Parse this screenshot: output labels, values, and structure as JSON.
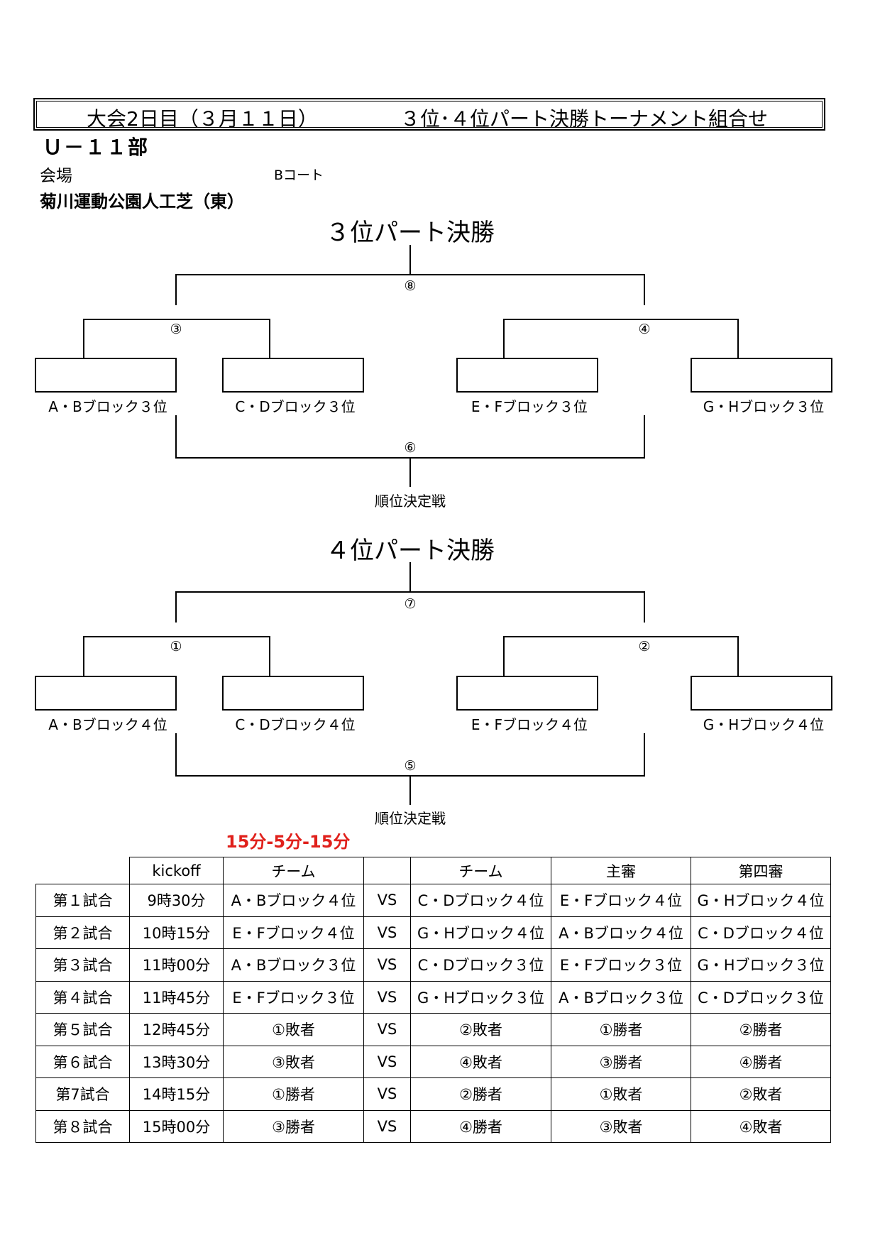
{
  "header": {
    "title_left": "大会2日目（３月１１日）",
    "title_right": "３位･４位パート決勝トーナメント組合せ",
    "division": "Ｕ－１１部",
    "venue_label": "会場",
    "court": "Bコート",
    "venue_name": "菊川運動公園人工芝（東）"
  },
  "bracket3": {
    "title": "３位パート決勝",
    "final_num": "⑧",
    "left_num": "③",
    "right_num": "④",
    "placement_num": "⑥",
    "teams": [
      "A・Bブロック３位",
      "C・Dブロック３位",
      "E・Fブロック３位",
      "G・Hブロック３位"
    ],
    "placement_label": "順位決定戦"
  },
  "bracket4": {
    "title": "４位パート決勝",
    "final_num": "⑦",
    "left_num": "①",
    "right_num": "②",
    "placement_num": "⑤",
    "teams": [
      "A・Bブロック４位",
      "C・Dブロック４位",
      "E・Fブロック４位",
      "G・Hブロック４位"
    ],
    "placement_label": "順位決定戦"
  },
  "match_format": "15分-5分-15分",
  "schedule": {
    "headers": [
      "",
      "kickoff",
      "チーム",
      "",
      "チーム",
      "主審",
      "第四審"
    ],
    "rows": [
      [
        "第１試合",
        "9時30分",
        "A・Bブロック４位",
        "VS",
        "C・Dブロック４位",
        "E・Fブロック４位",
        "G・Hブロック４位"
      ],
      [
        "第２試合",
        "10時15分",
        "E・Fブロック４位",
        "VS",
        "G・Hブロック４位",
        "A・Bブロック４位",
        "C・Dブロック４位"
      ],
      [
        "第３試合",
        "11時00分",
        "A・Bブロック３位",
        "VS",
        "C・Dブロック３位",
        "E・Fブロック３位",
        "G・Hブロック３位"
      ],
      [
        "第４試合",
        "11時45分",
        "E・Fブロック３位",
        "VS",
        "G・Hブロック３位",
        "A・Bブロック３位",
        "C・Dブロック３位"
      ],
      [
        "第５試合",
        "12時45分",
        "①敗者",
        "VS",
        "②敗者",
        "①勝者",
        "②勝者"
      ],
      [
        "第６試合",
        "13時30分",
        "③敗者",
        "VS",
        "④敗者",
        "③勝者",
        "④勝者"
      ],
      [
        "第7試合",
        "14時15分",
        "①勝者",
        "VS",
        "②勝者",
        "①敗者",
        "②敗者"
      ],
      [
        "第８試合",
        "15時00分",
        "③勝者",
        "VS",
        "④勝者",
        "③敗者",
        "④敗者"
      ]
    ]
  },
  "colors": {
    "accent_red": "#e0201b",
    "line": "#000000"
  }
}
